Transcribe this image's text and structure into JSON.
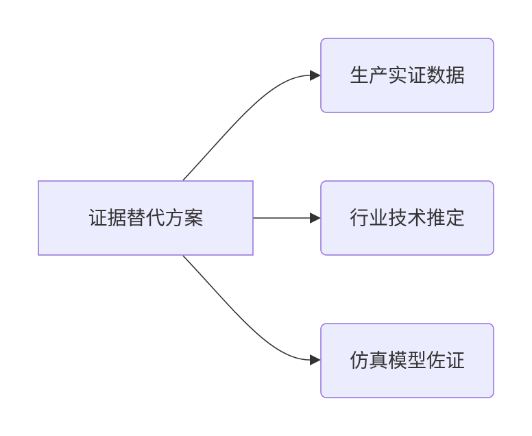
{
  "diagram": {
    "type": "flowchart",
    "direction": "left-to-right",
    "colors": {
      "node_fill": "#ECECFF",
      "node_border": "#9370DB",
      "edge": "#333333",
      "text": "#333333"
    },
    "nodes": [
      {
        "id": "root",
        "label": "证据替代方案"
      },
      {
        "id": "a",
        "label": "生产实证数据"
      },
      {
        "id": "b",
        "label": "行业技术推定"
      },
      {
        "id": "c",
        "label": "仿真模型佐证"
      }
    ],
    "edges": [
      {
        "from": "root",
        "to": "a"
      },
      {
        "from": "root",
        "to": "b"
      },
      {
        "from": "root",
        "to": "c"
      }
    ]
  }
}
